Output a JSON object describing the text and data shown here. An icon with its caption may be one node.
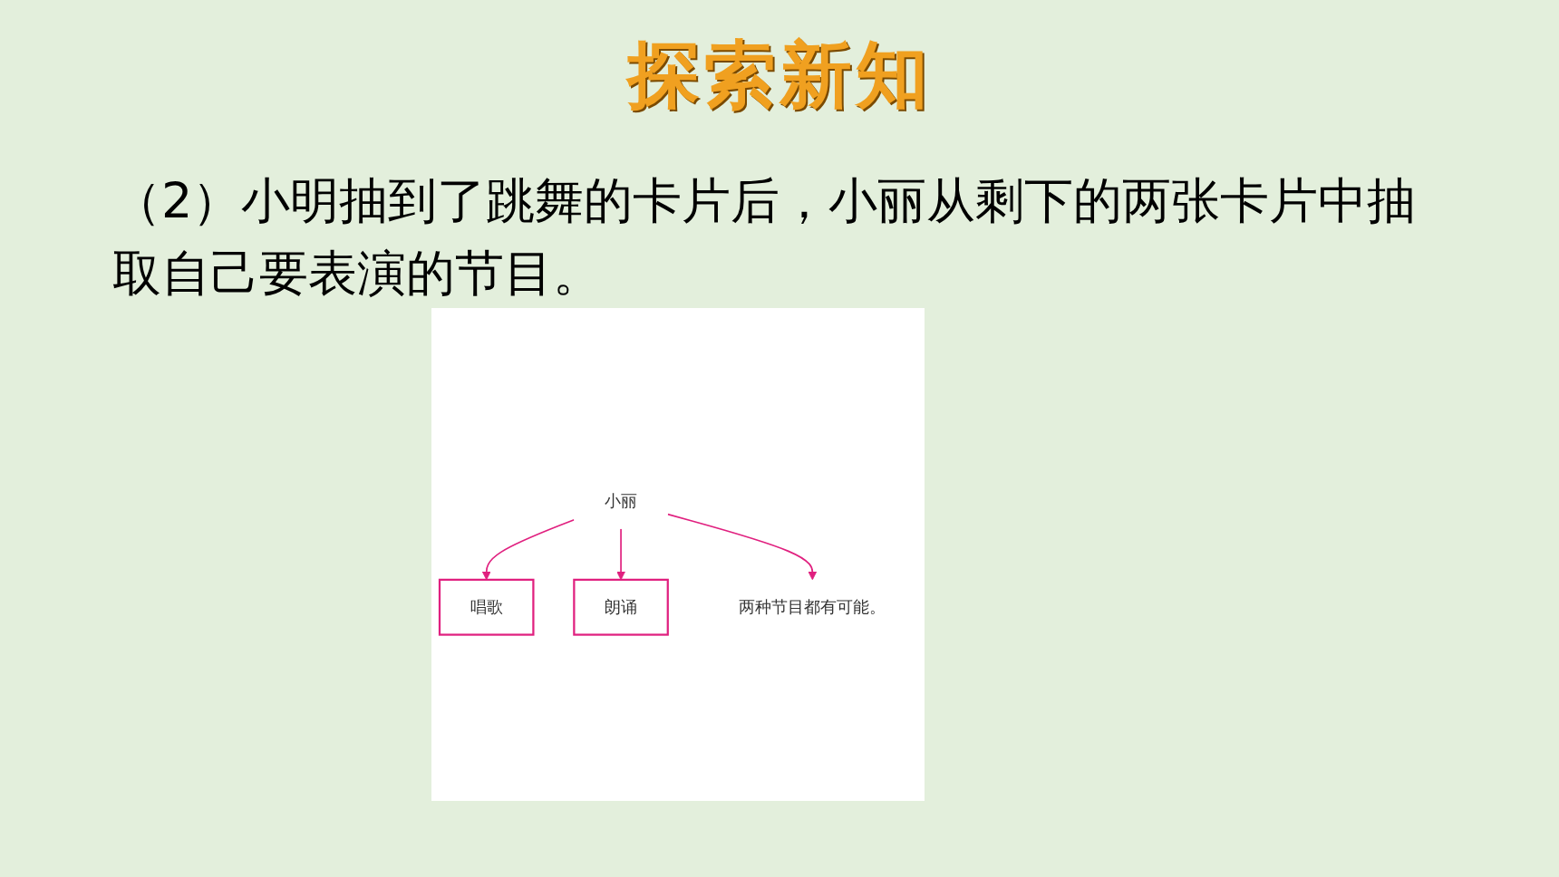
{
  "diagram": {
    "title": "探索新知",
    "nodes": [
      {
        "text": [
          "唱歌"
        ]
      },
      {
        "text": [
          "朗诵"
        ]
      },
      {
        "text": [
          "小丽"
        ]
      },
      {
        "text": [
          "两种节目都有可能。"
        ]
      }
    ],
    "edges": [
      {
        "from": 2,
        "to": 0,
        "arrow": "to"
      },
      {
        "from": 2,
        "to": 1,
        "arrow": "to"
      },
      {
        "from": 2,
        "to": 3,
        "arrow": "to"
      }
    ],
    "labels": [
      "（2）小明抽到了跳舞的卡片后，小丽从剩下的两张卡片中抽取自己要表演的节目。"
    ]
  }
}
